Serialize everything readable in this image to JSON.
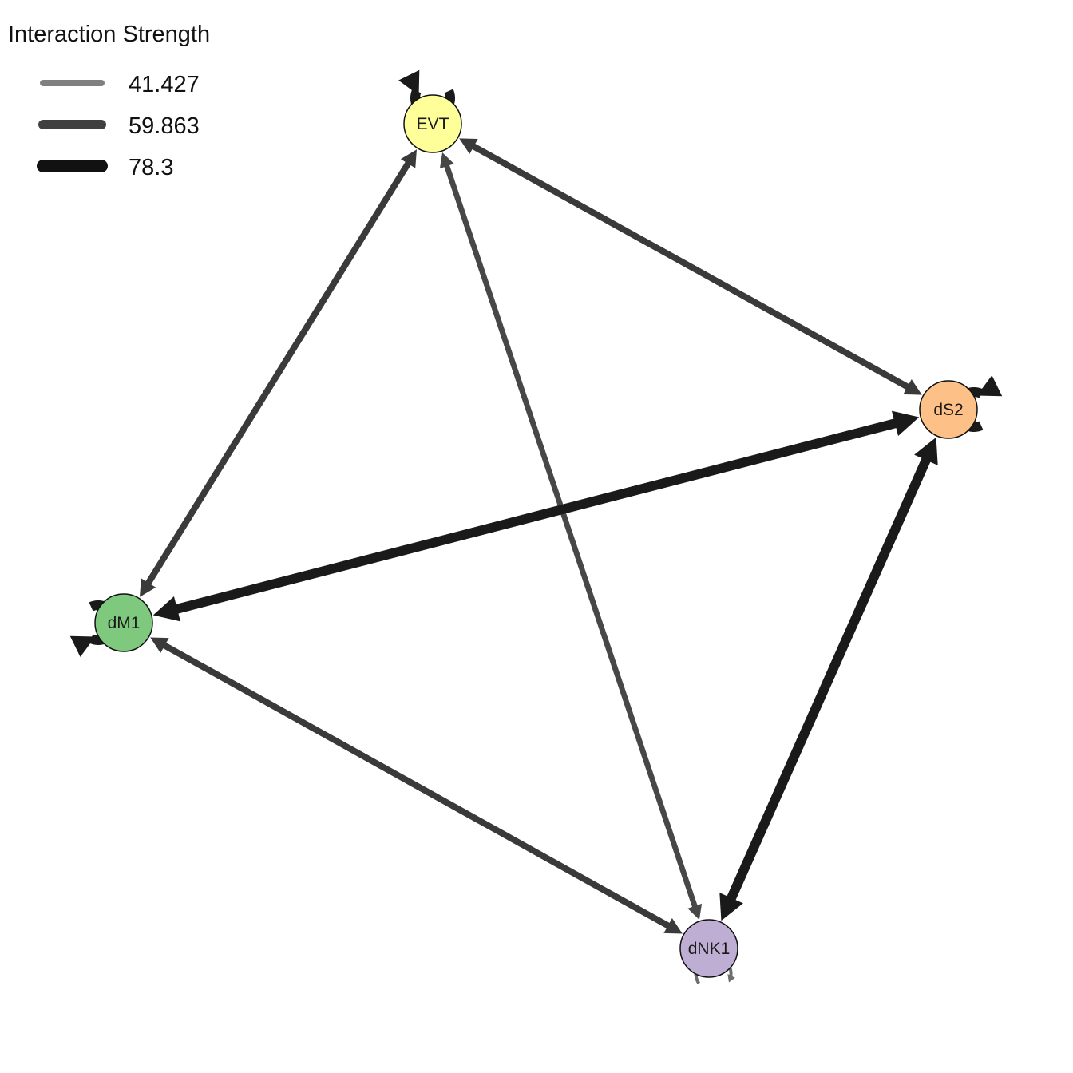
{
  "legend": {
    "title": "Interaction Strength",
    "items": [
      {
        "label": "41.427",
        "color": "#808080"
      },
      {
        "label": "59.863",
        "color": "#404040"
      },
      {
        "label": "78.3",
        "color": "#111111"
      }
    ]
  },
  "nodes": [
    {
      "id": "EVT",
      "label": "EVT",
      "color": "#FFFF99"
    },
    {
      "id": "dS2",
      "label": "dS2",
      "color": "#FDC086"
    },
    {
      "id": "dM1",
      "label": "dM1",
      "color": "#7FC97F"
    },
    {
      "id": "dNK1",
      "label": "dNK1",
      "color": "#BEAED4"
    }
  ],
  "edges": [
    {
      "from": "EVT",
      "to": "dS2",
      "strength": 59.863,
      "color": "#3a3a3a"
    },
    {
      "from": "dS2",
      "to": "EVT",
      "strength": 59.863,
      "color": "#3a3a3a"
    },
    {
      "from": "EVT",
      "to": "dM1",
      "strength": 59.863,
      "color": "#3a3a3a"
    },
    {
      "from": "dM1",
      "to": "EVT",
      "strength": 59.863,
      "color": "#3a3a3a"
    },
    {
      "from": "EVT",
      "to": "dNK1",
      "strength": 55.0,
      "color": "#474747"
    },
    {
      "from": "dNK1",
      "to": "EVT",
      "strength": 55.0,
      "color": "#474747"
    },
    {
      "from": "dM1",
      "to": "dS2",
      "strength": 78.3,
      "color": "#1a1a1a"
    },
    {
      "from": "dS2",
      "to": "dM1",
      "strength": 78.3,
      "color": "#1a1a1a"
    },
    {
      "from": "dM1",
      "to": "dNK1",
      "strength": 59.863,
      "color": "#3a3a3a"
    },
    {
      "from": "dNK1",
      "to": "dM1",
      "strength": 59.863,
      "color": "#3a3a3a"
    },
    {
      "from": "dS2",
      "to": "dNK1",
      "strength": 78.3,
      "color": "#1a1a1a"
    },
    {
      "from": "dNK1",
      "to": "dS2",
      "strength": 78.3,
      "color": "#1a1a1a"
    }
  ],
  "self_loops": [
    {
      "node": "EVT",
      "strength": 78.3,
      "color": "#1a1a1a"
    },
    {
      "node": "dS2",
      "strength": 78.3,
      "color": "#1a1a1a"
    },
    {
      "node": "dM1",
      "strength": 78.3,
      "color": "#1a1a1a"
    },
    {
      "node": "dNK1",
      "strength": 41.427,
      "color": "#6e6e6e"
    }
  ]
}
